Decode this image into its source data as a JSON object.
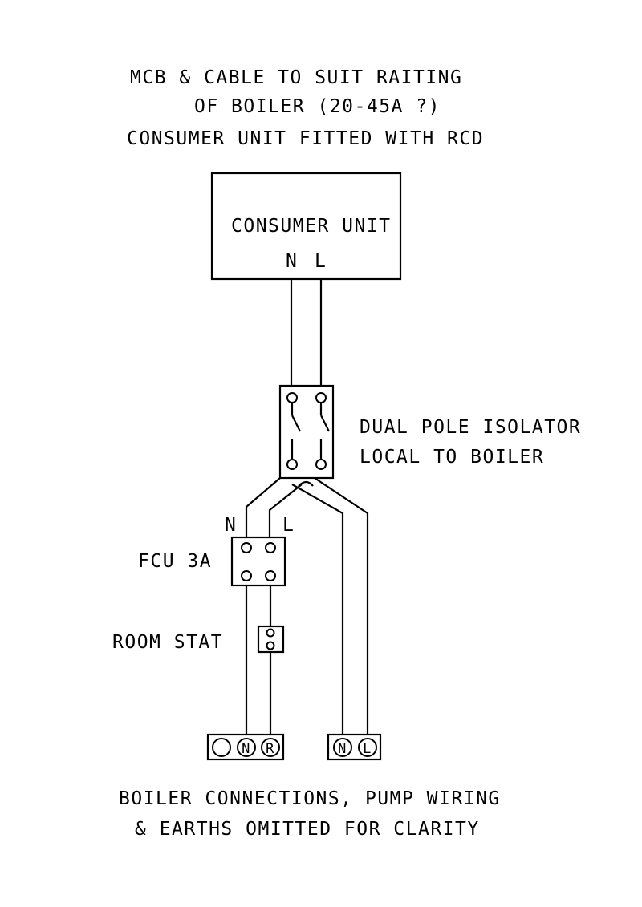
{
  "notes": {
    "top_line1": "MCB & CABLE TO SUIT RAITING",
    "top_line2": "OF BOILER (20-45A ?)",
    "top_line3": "CONSUMER UNIT FITTED WITH RCD",
    "bottom_line1": "BOILER CONNECTIONS, PUMP WIRING",
    "bottom_line2": "& EARTHS OMITTED FOR CLARITY"
  },
  "consumer_unit": {
    "title": "CONSUMER UNIT",
    "neutral": "N",
    "live": "L"
  },
  "isolator": {
    "line1": "DUAL POLE ISOLATOR",
    "line2": "LOCAL TO BOILER"
  },
  "fcu": {
    "label": "FCU 3A",
    "neutral": "N",
    "live": "L"
  },
  "room_stat": {
    "label": "ROOM STAT"
  },
  "boiler_terminals": {
    "block1": [
      "",
      "N",
      "R"
    ],
    "block2": [
      "N",
      "L"
    ]
  }
}
